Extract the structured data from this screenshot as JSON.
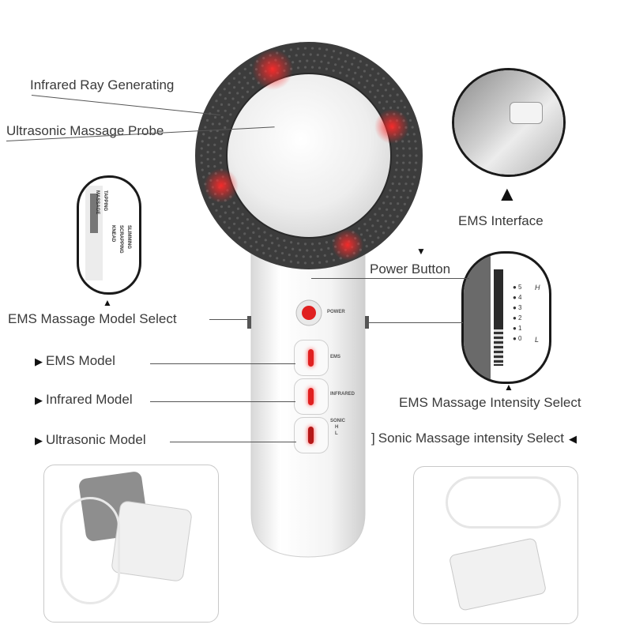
{
  "labels": {
    "infrared_ray": "Infrared Ray Generating",
    "ultrasonic_probe": "Ultrasonic Massage  Probe",
    "ems_interface": "EMS Interface",
    "power_button": "Power Button",
    "ems_massage_model_select": "EMS Massage Model Select",
    "ems_model": "EMS Model",
    "infrared_model": "Infrared Model",
    "ultrasonic_model": "Ultrasonic Model",
    "ems_intensity_select": "EMS Massage Intensity Select",
    "sonic_intensity_select": "Sonic Massage intensity Select"
  },
  "device": {
    "power": "POWER",
    "ems": "EMS",
    "infrared": "INFRARED",
    "sonic": "SONIC",
    "sonic_h": "H",
    "sonic_l": "L"
  },
  "mode_inset": {
    "massage": "MASSAGE",
    "tapping": "TAPPING",
    "knead": "KNEAD",
    "scrapping": "SCRAPPING",
    "slimming": "SLIMMING"
  },
  "intensity_inset": {
    "levels": [
      "5",
      "4",
      "3",
      "2",
      "1",
      "0"
    ],
    "high": "H",
    "low": "L"
  },
  "colors": {
    "accent_red": "#e02020",
    "ring_dark": "#3b3b3b"
  }
}
